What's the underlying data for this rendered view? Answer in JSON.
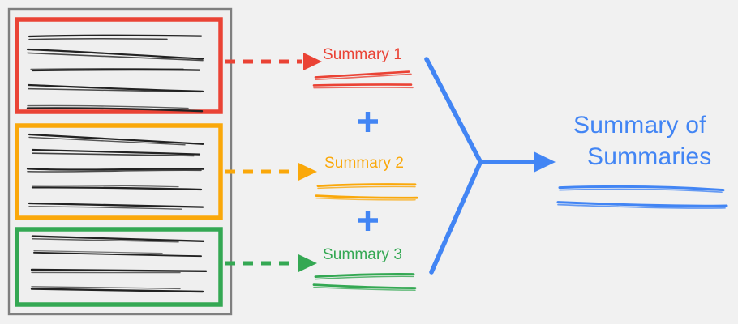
{
  "diagram": {
    "title": "Summary of Summaries",
    "type": "hierarchical-summarization-flow",
    "background_color": "#f1f1f1"
  },
  "colors": {
    "red": "#ea4335",
    "orange": "#faa80a",
    "green": "#34a853",
    "blue": "#4285f4",
    "ink": "#222222",
    "container_border": "#7f7f7f",
    "page_fill": "#efefef"
  },
  "source_document": {
    "name": "source-document",
    "border_color": "#7f7f7f",
    "sections": [
      {
        "id": "section-1",
        "color": "#ea4335",
        "text_line_count": 5,
        "arrow_style": "dashed",
        "arrow_color": "#ea4335"
      },
      {
        "id": "section-2",
        "color": "#faa80a",
        "text_line_count": 5,
        "arrow_style": "dashed",
        "arrow_color": "#faa80a"
      },
      {
        "id": "section-3",
        "color": "#34a853",
        "text_line_count": 4,
        "arrow_style": "dashed",
        "arrow_color": "#34a853"
      }
    ]
  },
  "summaries": [
    {
      "id": "summary-1",
      "label": "Summary 1",
      "color": "#ea4335",
      "underline_strokes": 2
    },
    {
      "id": "summary-2",
      "label": "Summary 2",
      "color": "#faa80a",
      "underline_strokes": 2
    },
    {
      "id": "summary-3",
      "label": "Summary 3",
      "color": "#34a853",
      "underline_strokes": 2
    }
  ],
  "operators": [
    {
      "id": "plus-1",
      "symbol": "+",
      "color": "#4285f4",
      "between": [
        "summary-1",
        "summary-2"
      ]
    },
    {
      "id": "plus-2",
      "symbol": "+",
      "color": "#4285f4",
      "between": [
        "summary-2",
        "summary-3"
      ]
    }
  ],
  "merge": {
    "name": "merge-connector",
    "color": "#4285f4",
    "branch_count": 3,
    "arrow": "right-arrow"
  },
  "result": {
    "id": "summary-of-summaries",
    "label_line_1": "Summary of",
    "label_line_2": "Summaries",
    "color": "#4285f4",
    "underline_strokes": 2
  }
}
